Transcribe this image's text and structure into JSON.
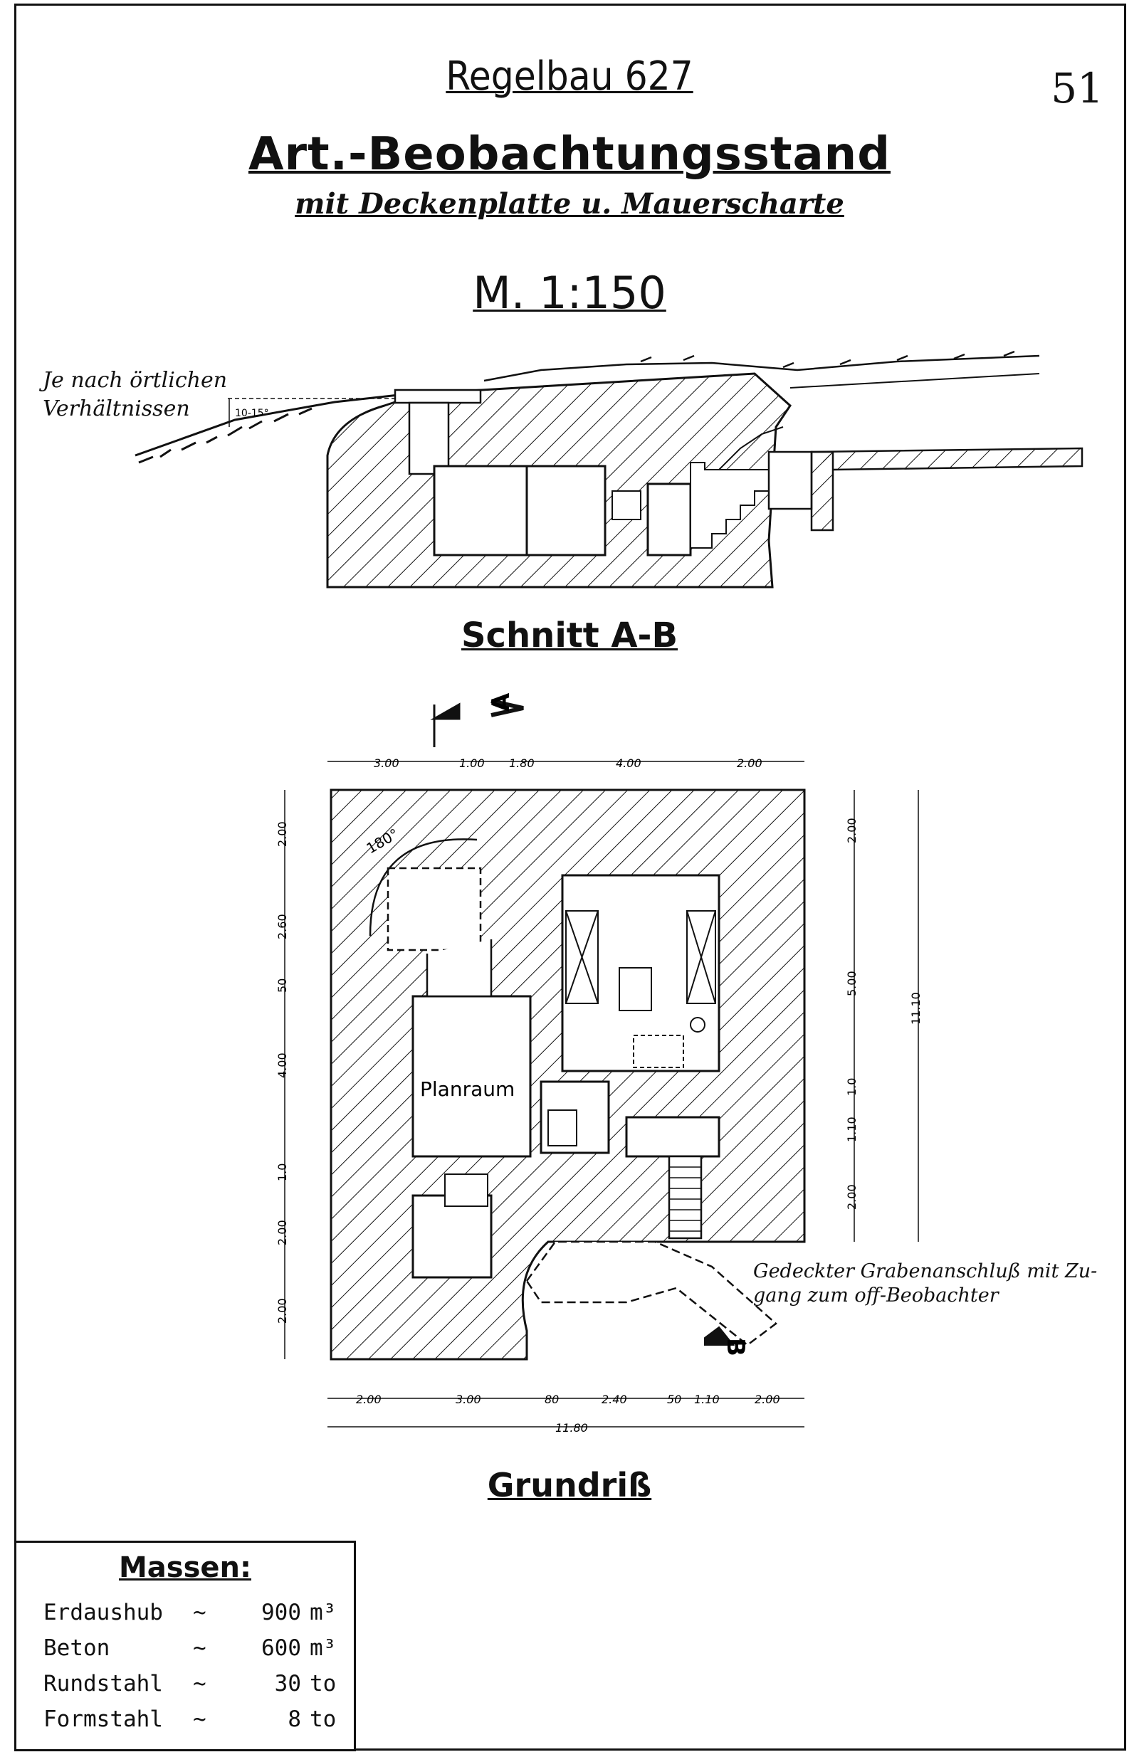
{
  "header": {
    "title": "Regelbau 627",
    "subtitle": "Art.-Beobachtungsstand",
    "subtitle2": "mit Deckenplatte u. Mauerscharte",
    "scale": "M. 1:150",
    "page_number": "51"
  },
  "section": {
    "label": "Schnitt A-B",
    "note_line1": "Je nach örtlichen",
    "note_line2": "Verhältnissen",
    "slope": "10-15°",
    "cut_a": "A",
    "cut_b": "B"
  },
  "plan": {
    "label": "Grundriß",
    "room_label": "Planraum",
    "angle": "180°",
    "note_line1": "Gedeckter Grabenanschluß mit Zu-",
    "note_line2": "gang zum off-Beobachter",
    "dims_top": [
      "3.00",
      "1.00",
      "1.80",
      "4.00",
      "2.00"
    ],
    "dims_left": [
      "2.00",
      "2.60",
      "50",
      "4.00",
      "1.0",
      "2.00",
      "2.00"
    ],
    "dims_right": [
      "2.00",
      "5.00",
      "1.0",
      "1.10",
      "2.00",
      "11.10"
    ],
    "dims_bottom": [
      "2.00",
      "3.00",
      "80",
      "2.40",
      "50",
      "1.10",
      "2.00"
    ],
    "dim_total_bottom": "11.80"
  },
  "massen": {
    "title": "Massen:",
    "tilde": "~",
    "rows": [
      {
        "name": "Erdaushub",
        "value": "900",
        "unit": "m³"
      },
      {
        "name": "Beton",
        "value": "600",
        "unit": "m³"
      },
      {
        "name": "Rundstahl",
        "value": "30",
        "unit": "to"
      },
      {
        "name": "Formstahl",
        "value": "8",
        "unit": "to"
      }
    ]
  }
}
